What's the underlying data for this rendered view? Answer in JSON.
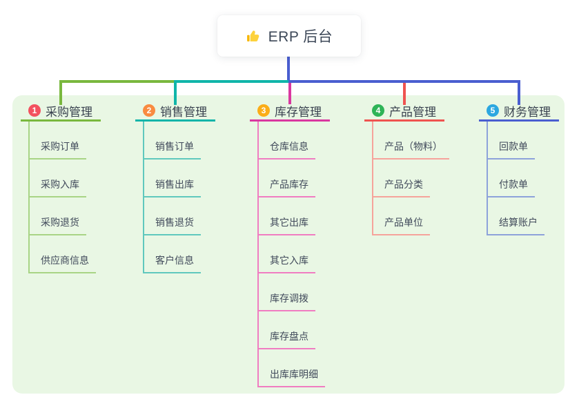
{
  "root": {
    "title": "ERP 后台",
    "icon": "thumbs-up-icon"
  },
  "connector_color": "#4a5ed0",
  "panel_color": "#e9f7e4",
  "branches": [
    {
      "number": "1",
      "title": "采购管理",
      "badge_color": "#f3515f",
      "line_color": "#79b83e",
      "sub_line_color": "#a8d485",
      "items": [
        "采购订单",
        "采购入库",
        "采购退货",
        "供应商信息"
      ]
    },
    {
      "number": "2",
      "title": "销售管理",
      "badge_color": "#f98b40",
      "line_color": "#10b5a9",
      "sub_line_color": "#5fc8bd",
      "items": [
        "销售订单",
        "销售出库",
        "销售退货",
        "客户信息"
      ]
    },
    {
      "number": "3",
      "title": "库存管理",
      "badge_color": "#fbad18",
      "line_color": "#da37a0",
      "sub_line_color": "#f07cc1",
      "items": [
        "仓库信息",
        "产品库存",
        "其它出库",
        "其它入库",
        "库存调拨",
        "库存盘点",
        "出库库明细"
      ]
    },
    {
      "number": "4",
      "title": "产品管理",
      "badge_color": "#2eb457",
      "line_color": "#ef5350",
      "sub_line_color": "#f6a39b",
      "items": [
        "产品（物料）",
        "产品分类",
        "产品单位"
      ]
    },
    {
      "number": "5",
      "title": "财务管理",
      "badge_color": "#2ca7e0",
      "line_color": "#4a5ed0",
      "sub_line_color": "#8da2da",
      "items": [
        "回款单",
        "付款单",
        "结算账户"
      ]
    }
  ]
}
